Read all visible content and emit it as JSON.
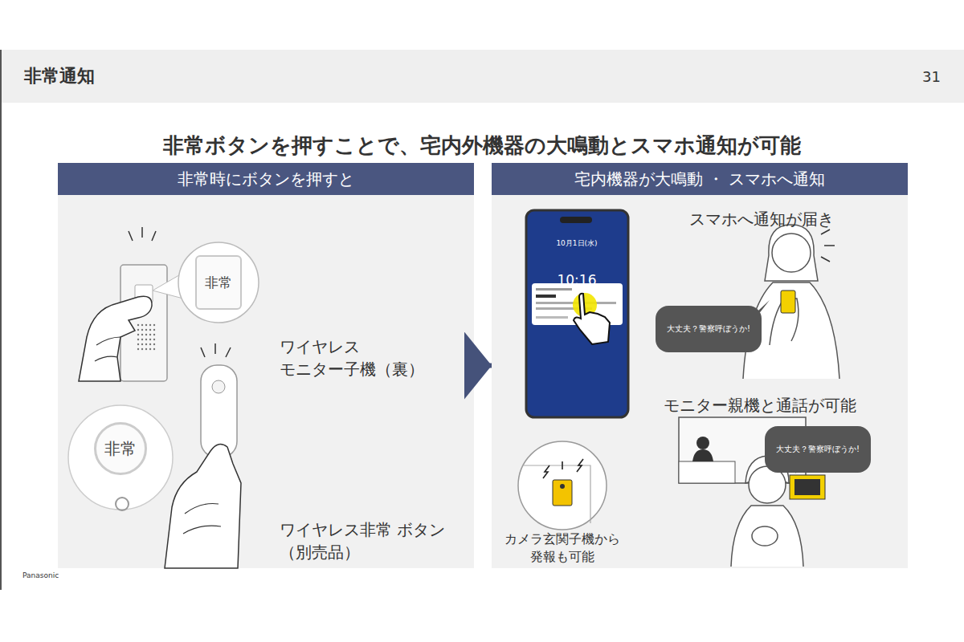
{
  "diagram": {
    "title": "非常通知",
    "nodes": [
      {
        "text": [
          "非常時にボタンを押すと"
        ]
      },
      {
        "text": [
          "非常"
        ],
        "in": 0
      },
      {
        "text": [
          "非常"
        ],
        "in": 0
      },
      {
        "text": [
          "宅内機器が大鳴動 ・ スマホへ通知"
        ]
      },
      {
        "text": [
          "10月1日(水)",
          "10:16"
        ],
        "in": 3
      },
      {
        "text": [
          "大丈夫？警察呼ぼうか!"
        ],
        "in": 3
      },
      {
        "text": [
          "大丈夫？警察呼ぼうか!"
        ],
        "in": 3
      }
    ],
    "edges": [
      {
        "from": 0,
        "to": 3,
        "arrow": "to"
      }
    ],
    "labels": [
      "31",
      "非常ボタンを押すことで、宅内外機器の大鳴動とスマホ通知が可能",
      "ワイヤレス モニター子機（裏）",
      "ワイヤレス非常 ボタン（別売品）",
      "スマホへ通知が届き",
      "モニター親機と通話が可能",
      "カメラ玄関子機から 発報も可能",
      "Panasonic"
    ]
  }
}
